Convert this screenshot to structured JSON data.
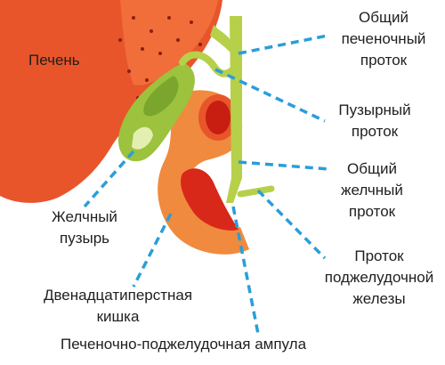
{
  "colors": {
    "liver": "#e8552a",
    "liver_light": "#f79a64",
    "gallbladder": "#9cc23e",
    "gallbladder_dark": "#5a8a1a",
    "duct": "#b6d04a",
    "duodenum": "#f07a3a",
    "duodenum_inner": "#d8281a",
    "leader": "#2a9ed8"
  },
  "labels": {
    "liver": "Печень",
    "common_hepatic_duct": [
      "Общий",
      "печеночный",
      "проток"
    ],
    "cystic_duct": [
      "Пузырный",
      "проток"
    ],
    "common_bile_duct": [
      "Общий",
      "желчный",
      "проток"
    ],
    "pancreatic_duct": [
      "Проток",
      "поджелудочной",
      "железы"
    ],
    "gallbladder": [
      "Желчный",
      "пузырь"
    ],
    "duodenum": [
      "Двенадцатиперстная",
      "кишка"
    ],
    "ampulla": "Печеночно-поджелудочная ампула"
  }
}
